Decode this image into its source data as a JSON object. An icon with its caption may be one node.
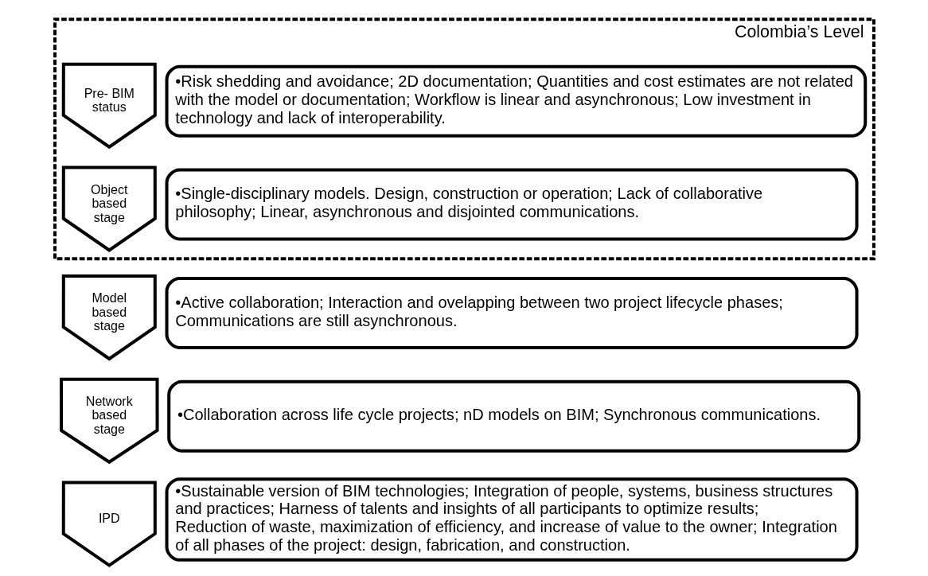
{
  "diagram": {
    "nodes": [
      {
        "text": [
          "Colombia’s Level"
        ]
      },
      {
        "text": [
          "Pre- BIM status"
        ],
        "in": 0
      },
      {
        "text": [
          "•Risk shedding and avoidance; 2D documentation; Quantities and cost estimates are not related with the model or documentation; Workflow is linear and asynchronous; Low investment in technology and lack of interoperability."
        ],
        "in": 0
      },
      {
        "text": [
          "Object based stage"
        ],
        "in": 0
      },
      {
        "text": [
          "•Single-disciplinary models. Design, construction or operation; Lack of collaborative philosophy; Linear, asynchronous and disjointed communications."
        ],
        "in": 0
      },
      {
        "text": [
          "Model based stage"
        ]
      },
      {
        "text": [
          "•Active collaboration; Interaction and ovelapping between two project lifecycle phases; Communications are still asynchronous."
        ]
      },
      {
        "text": [
          "Network based stage"
        ]
      },
      {
        "text": [
          "•Collaboration across life cycle projects; nD models on BIM; Synchronous communications."
        ]
      },
      {
        "text": [
          "IPD"
        ]
      },
      {
        "text": [
          "•Sustainable version of BIM technologies; Integration of people, systems, business structures and practices; Harness of talents and insights of all participants to optimize results; Reduction of waste, maximization of efficiency, and increase of value to the owner; Integration of all phases of the project: design, fabrication, and construction."
        ]
      }
    ],
    "edges": []
  }
}
